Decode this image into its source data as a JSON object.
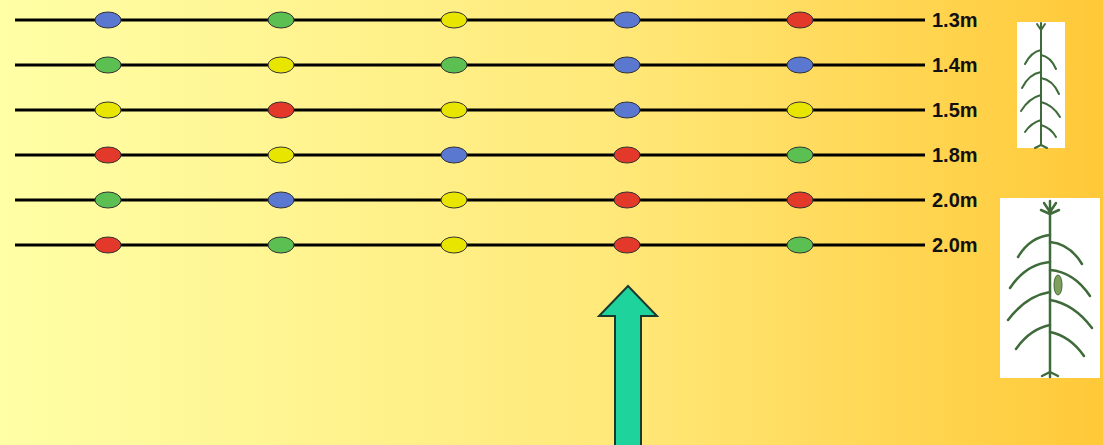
{
  "diagram": {
    "labels": [
      "1.3m",
      "1.4m",
      "1.5m",
      "1.8m",
      "2.0m",
      "2.0m"
    ]
  }
}
